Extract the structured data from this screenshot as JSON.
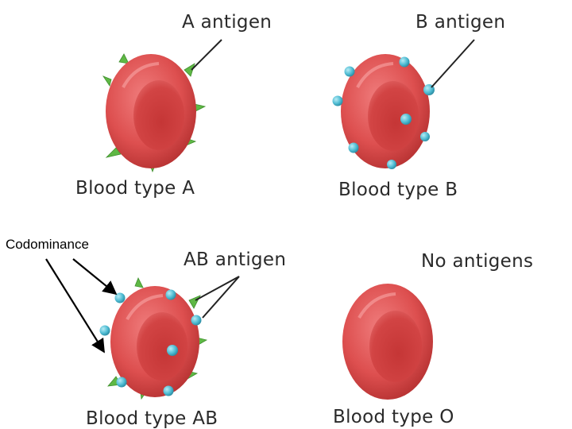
{
  "cells": [
    {
      "antigen_label": "A antigen",
      "caption": "Blood type A",
      "antigens": "A"
    },
    {
      "antigen_label": "B antigen",
      "caption": "Blood type B",
      "antigens": "B"
    },
    {
      "antigen_label": "AB antigen",
      "caption": "Blood type AB",
      "antigens": "AB"
    },
    {
      "antigen_label": "No antigens",
      "caption": "Blood type O",
      "antigens": "none"
    }
  ],
  "annotation": {
    "text": "Codominance"
  },
  "colors": {
    "cell_rim": "#d94a4a",
    "cell_center": "#b82a2a",
    "a_antigen": "#5fb845",
    "b_antigen": "#5cc3d8",
    "annotation_arrow": "#000000",
    "leader_line": "#222222"
  }
}
